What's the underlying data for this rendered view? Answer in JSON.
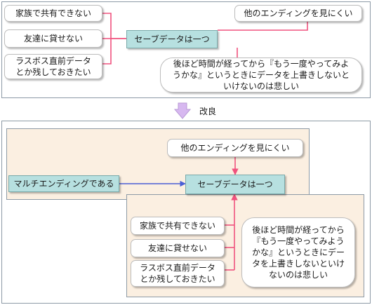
{
  "colors": {
    "line": "#f0527e",
    "arrow_in": "#4a5fd6",
    "center_fill": "#b7e0e0",
    "zone_fill": "#fbefe1",
    "down_arrow": "#d7b8f0"
  },
  "top": {
    "center": "セーブデータは一つ",
    "left_items": [
      "家族で共有できない",
      "友達に貸せない",
      "ラスボス直前データ\nとか残しておきたい"
    ],
    "right_top": "他のエンディングを見にくい",
    "right_bubble": "後ほど時間が経ってから『もう一度やってみようかな』というときにデータを上書きしないといけないのは悲しい"
  },
  "kaizen_label": "改良",
  "bottom": {
    "source": "マルチエンディングである",
    "center": "セーブデータは一つ",
    "top_item": "他のエンディングを見にくい",
    "left_items": [
      "家族で共有できない",
      "友達に貸せない",
      "ラスボス直前データ\nとか残しておきたい"
    ],
    "bubble": "後ほど時間が経ってから『もう一度やってみようかな』というときにデータを上書きしないといけないのは悲しい"
  }
}
